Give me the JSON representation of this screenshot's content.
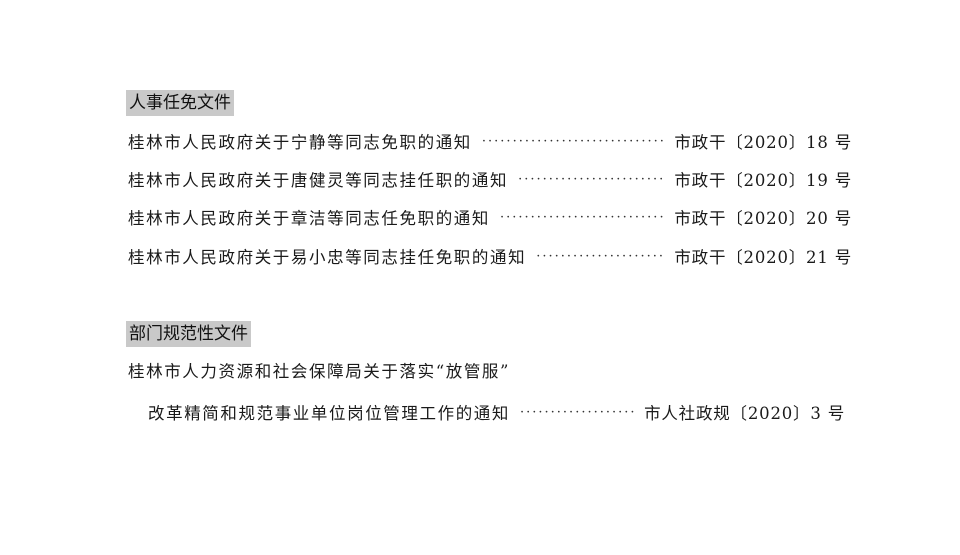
{
  "sections": [
    {
      "heading": "人事任免文件",
      "entries": [
        {
          "title": "桂林市人民政府关于宁静等同志免职的通知",
          "doc_no": "市政干〔2020〕18 号"
        },
        {
          "title": "桂林市人民政府关于唐健灵等同志挂任职的通知",
          "doc_no": "市政干〔2020〕19 号"
        },
        {
          "title": "桂林市人民政府关于章洁等同志任免职的通知",
          "doc_no": "市政干〔2020〕20 号"
        },
        {
          "title": "桂林市人民政府关于易小忠等同志挂任免职的通知",
          "doc_no": "市政干〔2020〕21 号"
        }
      ]
    },
    {
      "heading": "部门规范性文件",
      "entries": [
        {
          "title_line1": "桂林市人力资源和社会保障局关于落实“放管服”",
          "title_line2": "改革精简和规范事业单位岗位管理工作的通知",
          "doc_no": "市人社政规〔2020〕3 号"
        }
      ]
    }
  ]
}
